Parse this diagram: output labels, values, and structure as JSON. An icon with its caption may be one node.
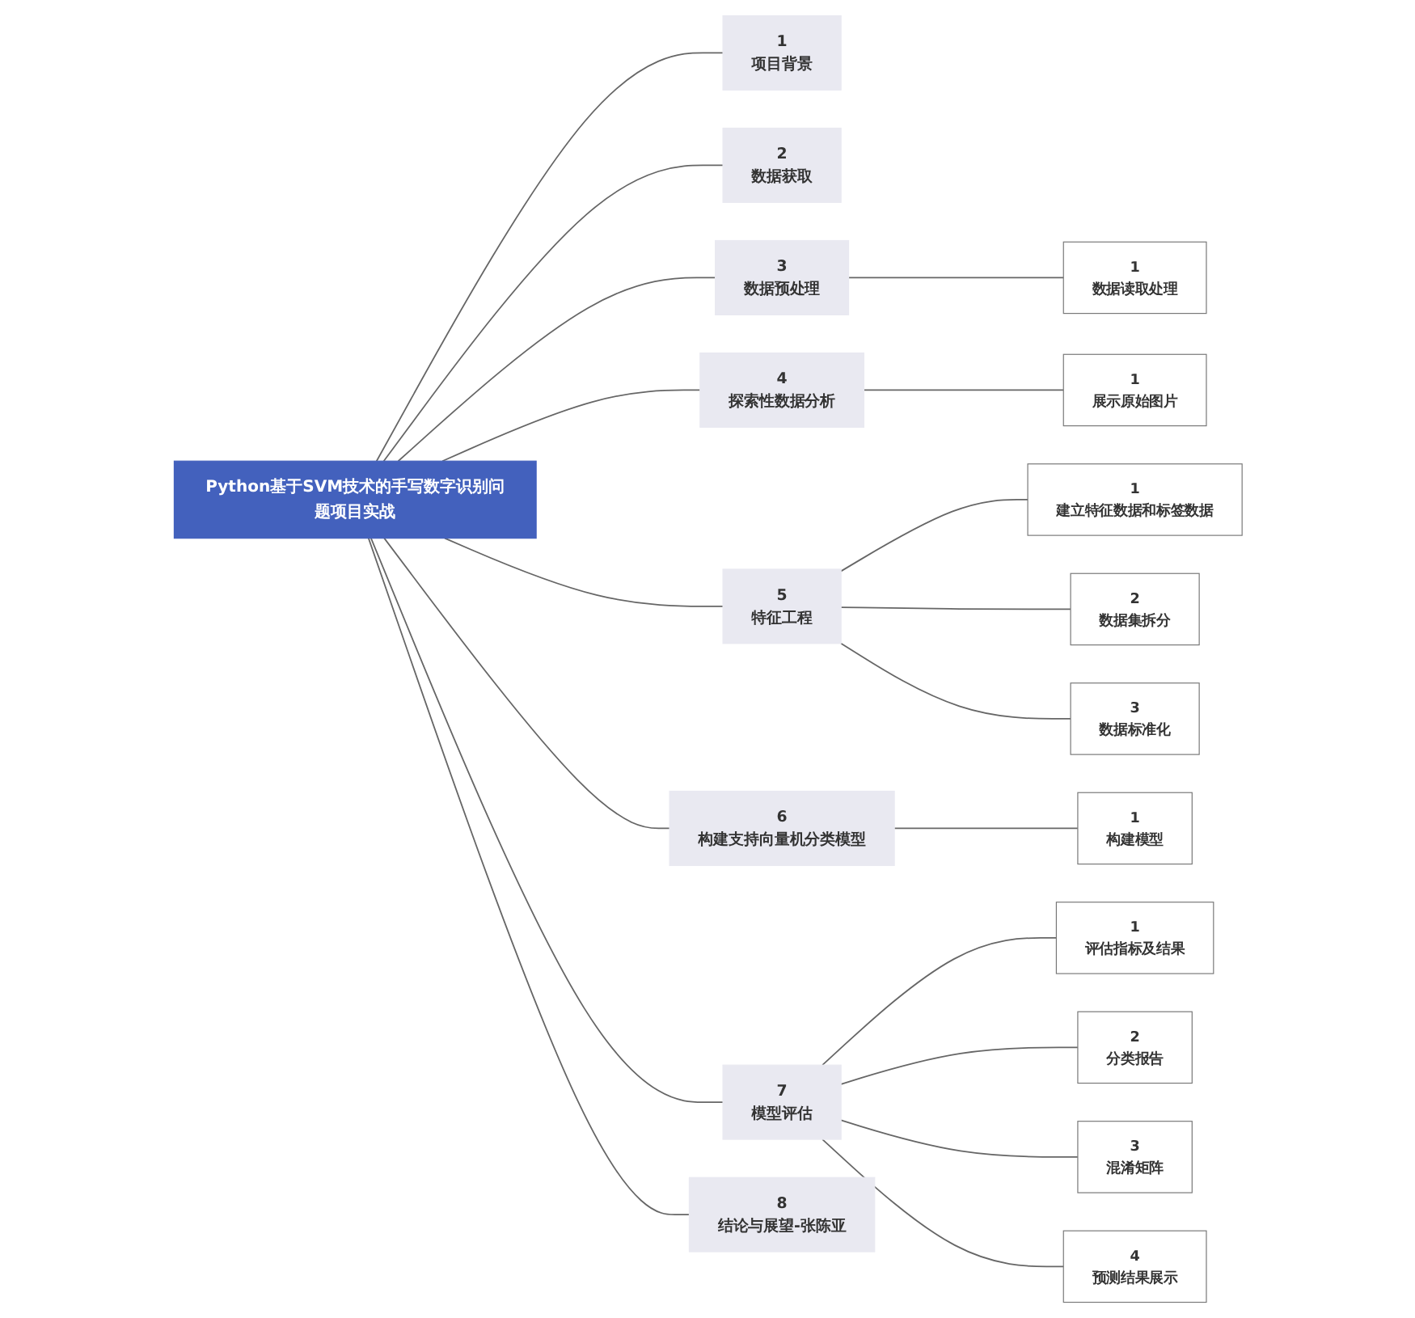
{
  "diagram": {
    "nodes": [
      {
        "text": [
          "Python基于SVM技术的手写数字识别问题项目实战"
        ]
      },
      {
        "text": [
          "1",
          "项目背景"
        ]
      },
      {
        "text": [
          "2",
          "数据获取"
        ]
      },
      {
        "text": [
          "3",
          "数据预处理"
        ]
      },
      {
        "text": [
          "1",
          "数据读取处理"
        ]
      },
      {
        "text": [
          "4",
          "探索性数据分析"
        ]
      },
      {
        "text": [
          "1",
          "展示原始图片"
        ]
      },
      {
        "text": [
          "5",
          "特征工程"
        ]
      },
      {
        "text": [
          "1",
          "建立特征数据和标签数据"
        ]
      },
      {
        "text": [
          "2",
          "数据集拆分"
        ]
      },
      {
        "text": [
          "3",
          "数据标准化"
        ]
      },
      {
        "text": [
          "6",
          "构建支持向量机分类模型"
        ]
      },
      {
        "text": [
          "1",
          "构建模型"
        ]
      },
      {
        "text": [
          "7",
          "模型评估"
        ]
      },
      {
        "text": [
          "1",
          "评估指标及结果"
        ]
      },
      {
        "text": [
          "2",
          "分类报告"
        ]
      },
      {
        "text": [
          "3",
          "混淆矩阵"
        ]
      },
      {
        "text": [
          "4",
          "预测结果展示"
        ]
      },
      {
        "text": [
          "8",
          "结论与展望-张陈亚"
        ]
      }
    ],
    "edges": [
      {
        "from": 0,
        "to": 1,
        "arrow": "none"
      },
      {
        "from": 0,
        "to": 2,
        "arrow": "none"
      },
      {
        "from": 0,
        "to": 3,
        "arrow": "none"
      },
      {
        "from": 3,
        "to": 4,
        "arrow": "none"
      },
      {
        "from": 0,
        "to": 5,
        "arrow": "none"
      },
      {
        "from": 5,
        "to": 6,
        "arrow": "none"
      },
      {
        "from": 0,
        "to": 7,
        "arrow": "none"
      },
      {
        "from": 7,
        "to": 8,
        "arrow": "none"
      },
      {
        "from": 7,
        "to": 9,
        "arrow": "none"
      },
      {
        "from": 7,
        "to": 10,
        "arrow": "none"
      },
      {
        "from": 0,
        "to": 11,
        "arrow": "none"
      },
      {
        "from": 11,
        "to": 12,
        "arrow": "none"
      },
      {
        "from": 0,
        "to": 13,
        "arrow": "none"
      },
      {
        "from": 13,
        "to": 14,
        "arrow": "none"
      },
      {
        "from": 13,
        "to": 15,
        "arrow": "none"
      },
      {
        "from": 13,
        "to": 16,
        "arrow": "none"
      },
      {
        "from": 13,
        "to": 17,
        "arrow": "none"
      },
      {
        "from": 0,
        "to": 18,
        "arrow": "none"
      }
    ]
  }
}
